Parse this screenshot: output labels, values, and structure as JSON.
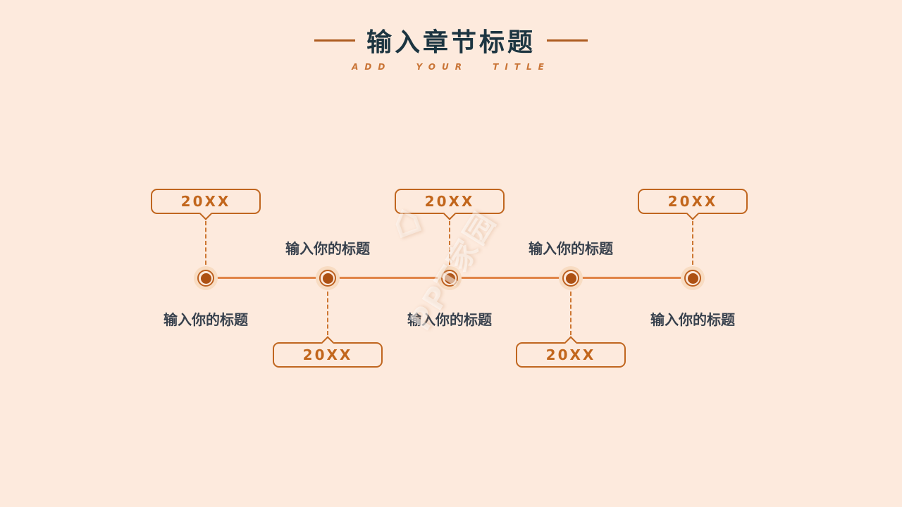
{
  "header": {
    "title": "输入章节标题",
    "subtitle": "ADD YOUR TITLE"
  },
  "watermark": {
    "text": "PPT家园",
    "house_icon": "⌂"
  },
  "colors": {
    "background": "#fdeadd",
    "title_text": "#1c3541",
    "label_text": "#39424e",
    "accent_orange": "#c2661c",
    "timeline_line": "#e08447",
    "node_core": "#ad5113",
    "header_rule": "#ad5c20"
  },
  "timeline": {
    "items": [
      {
        "year": "20XX",
        "label": "输入你的标题",
        "position": "up"
      },
      {
        "year": "20XX",
        "label": "输入你的标题",
        "position": "down"
      },
      {
        "year": "20XX",
        "label": "输入你的标题",
        "position": "up"
      },
      {
        "year": "20XX",
        "label": "输入你的标题",
        "position": "down"
      },
      {
        "year": "20XX",
        "label": "输入你的标题",
        "position": "up"
      }
    ]
  }
}
